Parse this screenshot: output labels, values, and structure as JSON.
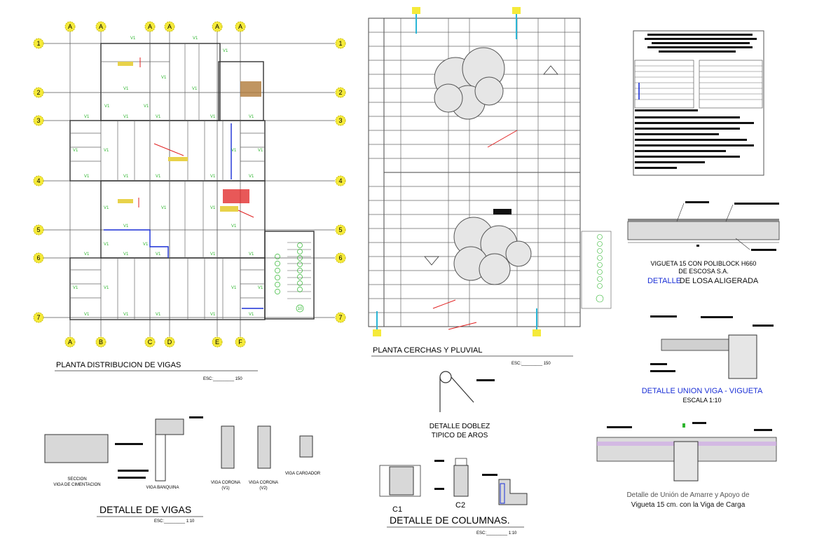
{
  "grid": {
    "columns_top": [
      "A",
      "A",
      "A",
      "A",
      "A",
      "A"
    ],
    "columns_bottom": [
      "A",
      "B",
      "C",
      "D",
      "E",
      "F"
    ],
    "rows": [
      "1",
      "2",
      "3",
      "4",
      "5",
      "6",
      "7"
    ]
  },
  "beam_label": "V1",
  "plans": {
    "beams_title": "PLANTA DISTRIBUCION DE VIGAS",
    "beams_scale": "ESC:_________ 150",
    "trusses_title": "PLANTA CERCHAS Y PLUVIAL",
    "trusses_scale": "ESC:_________ 150"
  },
  "details": {
    "slab_caption_1": "VIGUETA 15 CON POLIBLOCK H660",
    "slab_caption_2": "DE ESCOSA S.A.",
    "slab_title_a": "DETALLE",
    "slab_title_b": "DE LOSA ALIGERADA",
    "union_title": "DETALLE UNION VIGA - VIGUETA",
    "union_scale": "ESCALA 1:10",
    "anchor_line_1": "Detalle de Unión de Amarre y Apoyo de",
    "anchor_line_2": "Vigueta 15 cm. con la Viga de Carga",
    "bend_line_1": "DETALLE DOBLEZ",
    "bend_line_2": "TIPICO DE AROS",
    "beams_title": "DETALLE DE VIGAS",
    "beams_scale": "ESC:_________ 1:10",
    "columns_title": "DETALLE DE COLUMNAS.",
    "columns_scale": "ESC:_________ 1:10",
    "col_c1": "C1",
    "col_c2": "C2"
  },
  "beam_sections": {
    "foundation_1": "SECCION",
    "foundation_2": "VIGA DE CIMENTACION",
    "banquina": "VIGA BANQUINA",
    "corona_v1_a": "VIGA CORONA",
    "corona_v1_b": "(V1)",
    "corona_v2_a": "VIGA CORONA",
    "corona_v2_b": "(V2)",
    "cargador": "VIGA CARGADOR"
  },
  "stair_number": "10",
  "colors": {
    "line": "#3a3a3a",
    "grid_bubble": "#f5ea3a",
    "beam_label": "#2db52d",
    "accent_blue": "#1a2fd6",
    "accent_red": "#e02020"
  }
}
